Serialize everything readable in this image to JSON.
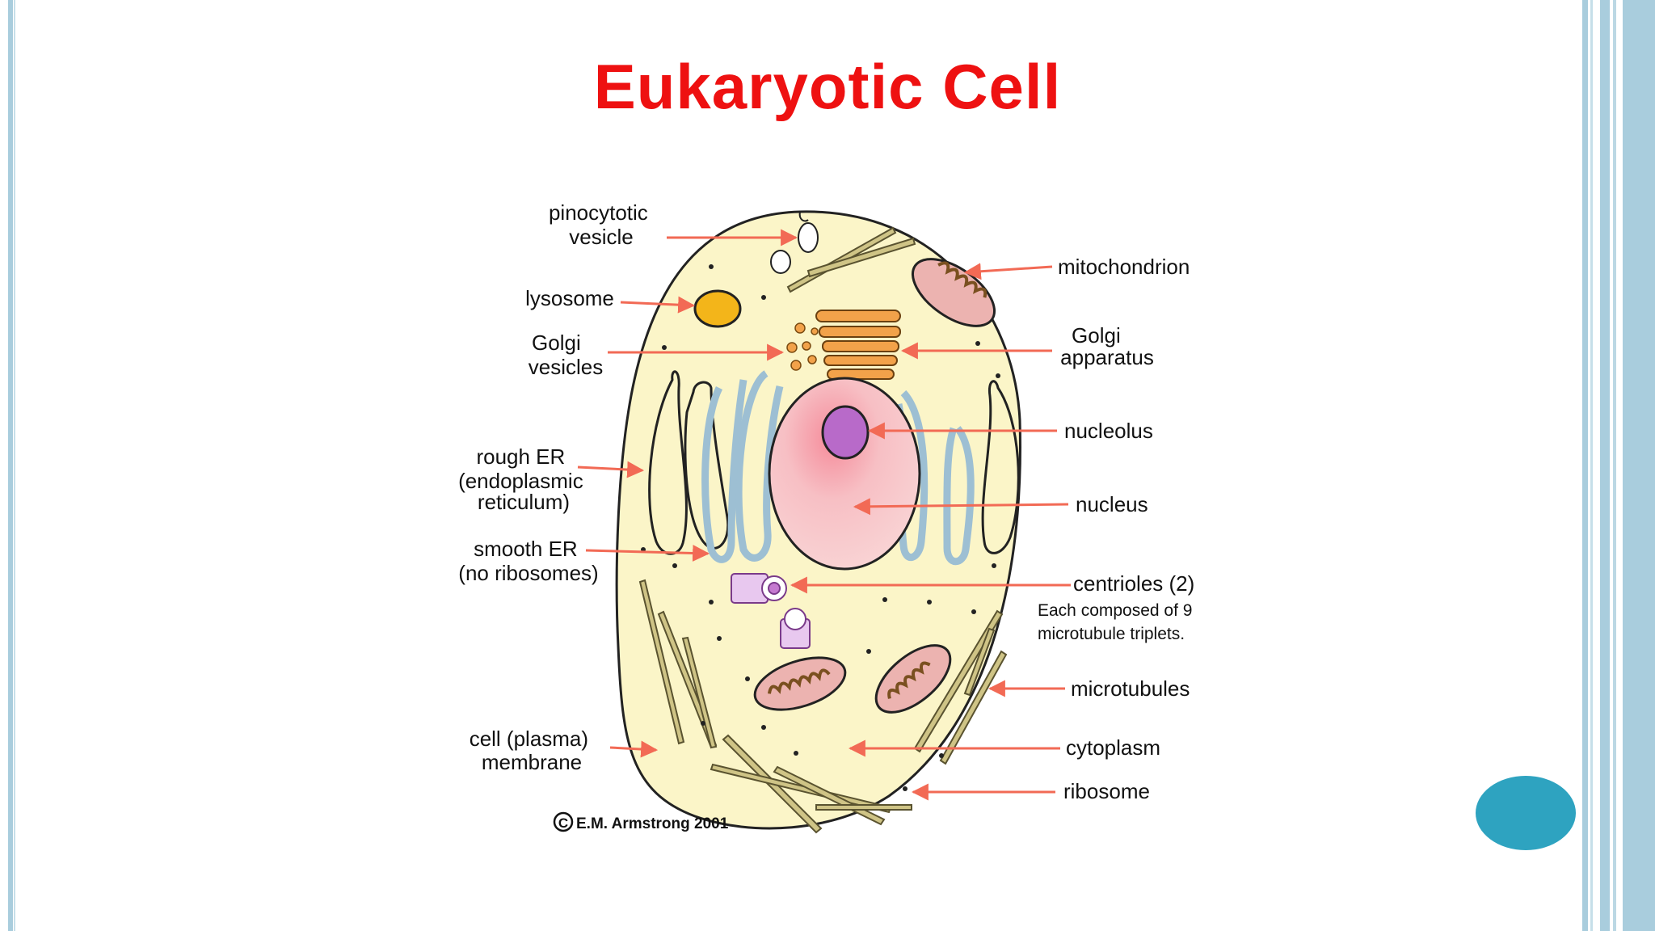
{
  "slide": {
    "title": "Eukaryotic Cell",
    "accent_color": "#ee1111",
    "nav_button_color": "#2ea3c0",
    "frame_color": "#a9cddd"
  },
  "diagram": {
    "labels": {
      "pinocytotic": [
        "pinocytotic",
        "vesicle"
      ],
      "lysosome": [
        "lysosome"
      ],
      "golgi_vesicles": [
        "Golgi",
        "vesicles"
      ],
      "rough_er": [
        "rough ER",
        "(endoplasmic",
        "reticulum)"
      ],
      "smooth_er": [
        "smooth ER",
        "(no ribosomes)"
      ],
      "cell_membrane": [
        "cell (plasma)",
        "membrane"
      ],
      "mitochondrion": [
        "mitochondrion"
      ],
      "golgi_apparatus": [
        "Golgi",
        "apparatus"
      ],
      "nucleolus": [
        "nucleolus"
      ],
      "nucleus": [
        "nucleus"
      ],
      "centrioles": [
        "centrioles (2)"
      ],
      "centrioles_note": [
        "Each composed of 9",
        "microtubule triplets."
      ],
      "microtubules": [
        "microtubules"
      ],
      "cytoplasm": [
        "cytoplasm"
      ],
      "ribosome": [
        "ribosome"
      ]
    },
    "copyright": "E.M. Armstrong 2001",
    "copyright_symbol": "C",
    "colors": {
      "cytoplasm": "#fbf5c8",
      "cell_outline": "#222222",
      "arrow": "#f26a55",
      "nucleus": "#f7c2c6",
      "nucleolus": "#b86ac9",
      "golgi": "#f2a24a",
      "lysosome": "#f3b51a",
      "mitochondrion": "#ecb3b0",
      "smooth_er": "#9dbfd3",
      "microtubule": "#cfc486"
    }
  }
}
